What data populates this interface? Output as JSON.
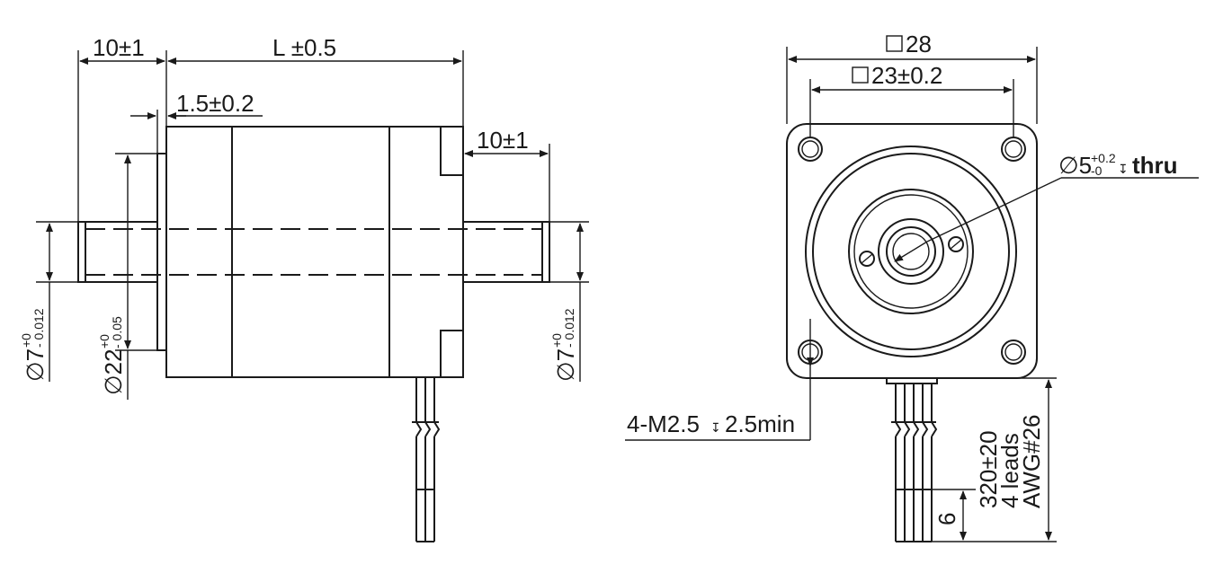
{
  "side_view": {
    "left_shaft_length": "10±1",
    "body_length": "L ±0.5",
    "flange_thickness": "1.5±0.2",
    "right_shaft_length": "10±1",
    "left_shaft_dia_sym": "∅7",
    "left_shaft_dia_tol_upper": "+0",
    "left_shaft_dia_tol_lower": "- 0.012",
    "pilot_dia_sym": "∅22",
    "pilot_dia_tol_upper": "+0",
    "pilot_dia_tol_lower": "- 0.05",
    "right_shaft_dia_sym": "∅7",
    "right_shaft_dia_tol_upper": "+0",
    "right_shaft_dia_tol_lower": "- 0.012"
  },
  "front_view": {
    "overall_square": "28",
    "hole_pitch_square": "23±0.2",
    "thru_hole_dia_sym": "∅5",
    "thru_hole_tol_upper": "+0.2",
    "thru_hole_tol_lower": "-0",
    "thru_hole_note": "thru",
    "mount_holes": "4-M2.5",
    "mount_hole_depth": "2.5min",
    "lead_length": "320±20",
    "lead_count": "4 leads",
    "lead_gauge": "AWG#26",
    "strip_length": "6"
  }
}
